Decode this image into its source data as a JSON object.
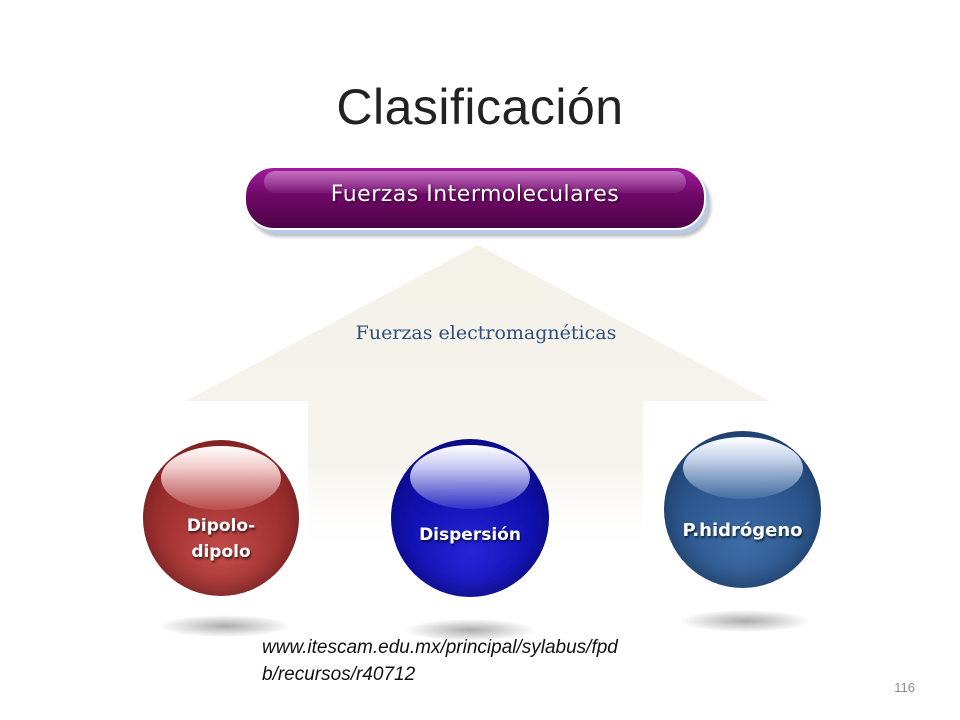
{
  "slide": {
    "title": "Clasificación",
    "banner_label": "Fuerzas Intermoleculares",
    "center_label": "Fuerzas electromagnéticas",
    "spheres": [
      {
        "line1": "Dipolo-",
        "line2": "dipolo",
        "color": "#a23838"
      },
      {
        "line1": "Dispersión",
        "line2": "",
        "color": "#1010b8"
      },
      {
        "line1": "P.hidrógeno",
        "line2": "",
        "color": "#2f5b92"
      }
    ],
    "source_lines": [
      "www.itescam.edu.mx/principal/sylabus/fpd",
      "b/recursos/r40712"
    ],
    "page_number": "116"
  },
  "colors": {
    "banner": "#6f0868",
    "arrow": "#f2f0e6",
    "center_label": "#2e4e7c"
  }
}
